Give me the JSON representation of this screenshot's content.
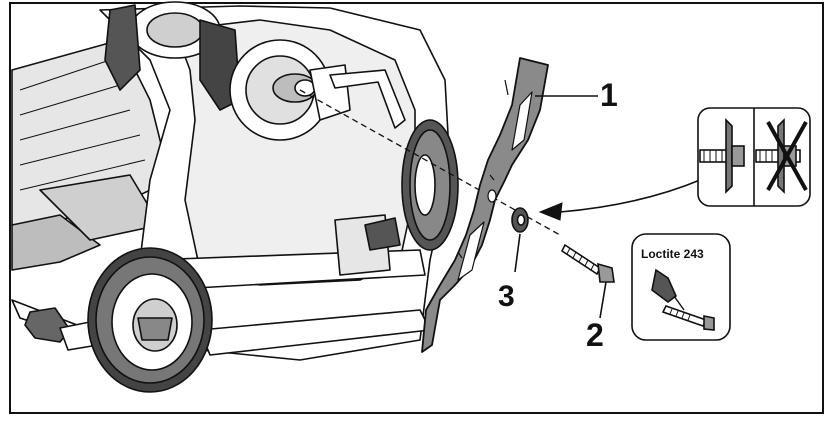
{
  "callouts": {
    "blade": "1",
    "bolt": "2",
    "washer": "3"
  },
  "loctite_label": "Loctite 243",
  "colors": {
    "outline": "#111111",
    "blade_fill": "#8a8a8a",
    "fill_light": "#ffffff",
    "fill_gray": "#d9d9d9",
    "fill_dark": "#555555"
  }
}
